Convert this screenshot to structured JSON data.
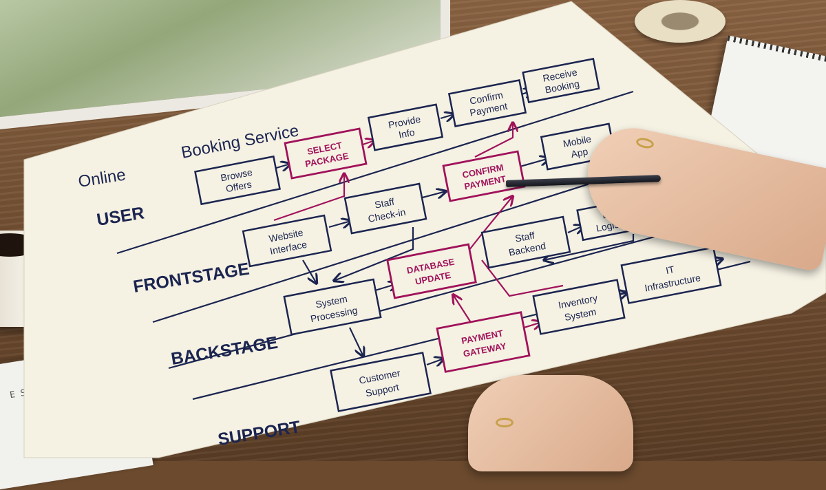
{
  "title": {
    "line1": "Online",
    "line2": "Booking Service"
  },
  "lanes": [
    "USER",
    "FRONTSTAGE",
    "BACKSTAGE",
    "SUPPORT"
  ],
  "boxes": {
    "browse_offers": [
      "Browse",
      "Offers"
    ],
    "select_package": [
      "SELECT",
      "PACKAGE"
    ],
    "provide_info": [
      "Provide",
      "Info"
    ],
    "confirm_payment_user": [
      "Confirm",
      "Payment"
    ],
    "receive_booking": [
      "Receive",
      "Booking"
    ],
    "website_interface": [
      "Website",
      "Interface"
    ],
    "staff_checkin": [
      "Staff",
      "Check-in"
    ],
    "confirm_payment_front": [
      "CONFIRM",
      "PAYMENT"
    ],
    "mobile_app": [
      "Mobile",
      "App"
    ],
    "system_processing": [
      "System",
      "Processing"
    ],
    "database_update": [
      "DATABASE",
      "UPDATE"
    ],
    "staff_backend": [
      "Staff",
      "Backend"
    ],
    "local_logistics": [
      "Lo...",
      "Logisti..."
    ],
    "customer_support": [
      "Customer",
      "Support"
    ],
    "payment_gateway": [
      "PAYMENT",
      "GATEWAY"
    ],
    "inventory_system": [
      "Inventory",
      "System"
    ],
    "it_infrastructure": [
      "IT",
      "Infrastructure"
    ]
  },
  "sketch_note": "E STECH",
  "colors": {
    "ink": "#1b2550",
    "highlight": "#a0125a",
    "paper": "#f5f1e3",
    "wood": "#6e4c30"
  }
}
